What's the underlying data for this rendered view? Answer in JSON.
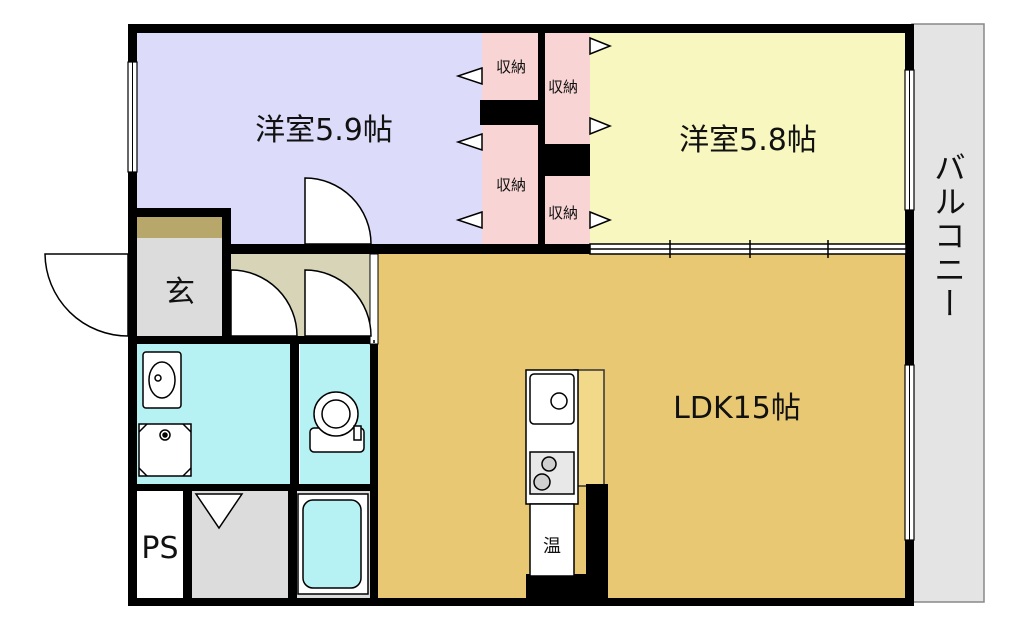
{
  "rooms": {
    "western_room_1": "洋室5.9帖",
    "western_room_2": "洋室5.8帖",
    "ldk": "LDK15帖",
    "entrance": "玄",
    "pipe_space": "PS",
    "balcony": "バルコニー",
    "water_heater": "温"
  },
  "storage": {
    "upper_left": "収納",
    "lower_left": "収納",
    "upper_right": "収納",
    "lower_right": "収納"
  },
  "colors": {
    "western_room_1": "#dcdcfa",
    "western_room_2": "#f8f7c0",
    "ldk": "#e8c873",
    "storage": "#f8d4d4",
    "bath": "#b6f2f4",
    "hall": "#d8d4b8",
    "entrance_step": "#b7a76a",
    "balcony": "#e4e4e4",
    "gray_floor": "#dcdcdc",
    "wall": "#000000"
  }
}
